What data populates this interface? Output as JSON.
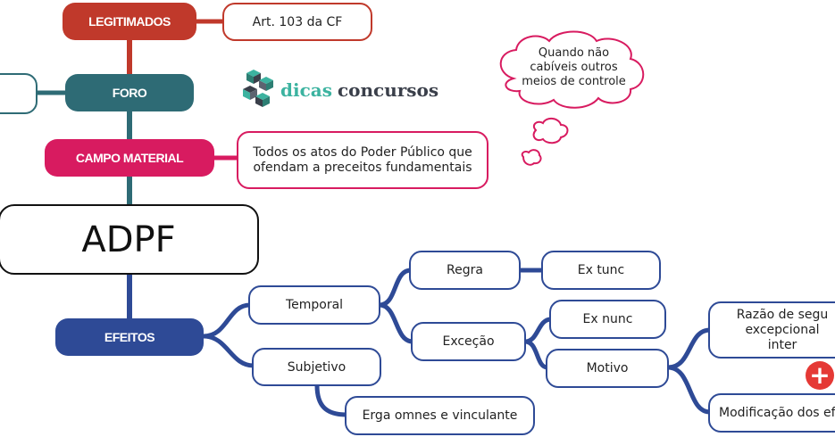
{
  "colors": {
    "legitimados": "#c0392b",
    "foro": "#2e6b75",
    "campo_material": "#d81b60",
    "efeitos": "#2e4a96",
    "efeitos_lines": "#2e4a96",
    "plus": "#e53935"
  },
  "root": {
    "label": "ADPF"
  },
  "branches": {
    "legitimados": {
      "label": "LEGITIMADOS",
      "detail": "Art. 103 da CF"
    },
    "foro": {
      "label": "FORO"
    },
    "campo_material": {
      "label": "CAMPO MATERIAL",
      "detail": "Todos os atos do Poder Público que ofendam a preceitos fundamentais"
    },
    "efeitos": {
      "label": "EFEITOS"
    }
  },
  "note_cloud": {
    "text": "Quando não cabíveis outros meios de controle"
  },
  "logo": {
    "word1": "dicas",
    "word2": "concursos",
    "icon": "cube-cluster-icon"
  },
  "efeitos_tree": {
    "temporal": "Temporal",
    "subjetivo": "Subjetivo",
    "regra": "Regra",
    "ex_tunc": "Ex tunc",
    "excecao": "Exceção",
    "ex_nunc": "Ex nunc",
    "motivo": "Motivo",
    "razao": "Razão de segu excepcional inter",
    "modificacao": "Modificação dos ef",
    "erga_omnes": "Erga omnes e vinculante"
  },
  "controls": {
    "expand_icon": "plus-icon",
    "expand_label": "+"
  }
}
